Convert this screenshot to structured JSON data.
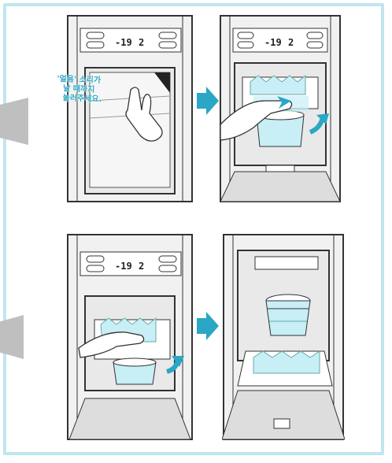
{
  "instruction_caption_lines": [
    "'얼음' 소리가",
    "날 때까지",
    "눌러주세요."
  ],
  "display": {
    "temp_left": "-19",
    "temp_right": "2",
    "unit": "°C"
  },
  "colors": {
    "frame": "#bfe6ee",
    "arrow": "#2aa7c4",
    "ice_blue": "#c8eef6",
    "cabinet": "#e9e9e9",
    "outline": "#333333",
    "gray_marker": "#bfbfbf"
  },
  "icons": [
    "ice-bin-icon",
    "hand-icon",
    "step-arrow-icon",
    "ice-bucket-icon"
  ]
}
